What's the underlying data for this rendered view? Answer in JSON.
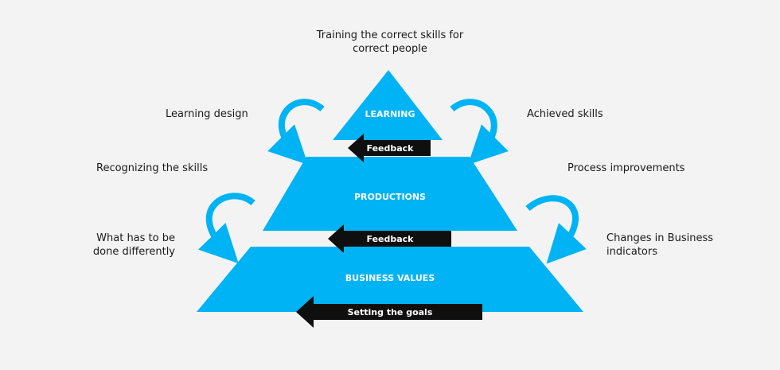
{
  "colors": {
    "pyramid": "#00b3f4",
    "bar": "#0f0f0f",
    "background": "#f3f3f3"
  },
  "tiers": {
    "top": "LEARNING",
    "middle": "PRODUCTIONS",
    "bottom": "BUSINESS VALUES"
  },
  "arrows": {
    "feedback_top": "Feedback",
    "feedback_middle": "Feedback",
    "goals": "Setting the goals"
  },
  "notes": {
    "top_line1": "Training the correct skills for",
    "top_line2": "correct people",
    "learning_design": "Learning design",
    "achieved_skills": "Achieved skills",
    "recognizing_skills": "Recognizing the skills",
    "process_improvements": "Process improvements",
    "different_line1": "What has to be",
    "different_line2": "done differently",
    "indicators_line1": "Changes in Business",
    "indicators_line2": "indicators"
  },
  "cycle_icons": [
    "cycle-arrow-icon",
    "cycle-arrow-icon",
    "cycle-arrow-icon",
    "cycle-arrow-icon"
  ]
}
